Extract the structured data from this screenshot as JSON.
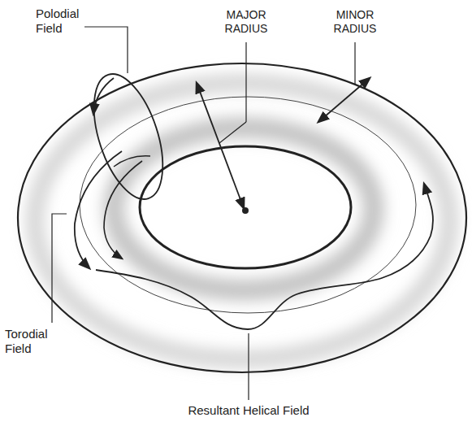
{
  "diagram": {
    "labels": [
      "Polodial Field",
      "MAJOR RADIUS",
      "MINOR RADIUS",
      "Torodial Field",
      "Resultant Helical Field"
    ]
  }
}
